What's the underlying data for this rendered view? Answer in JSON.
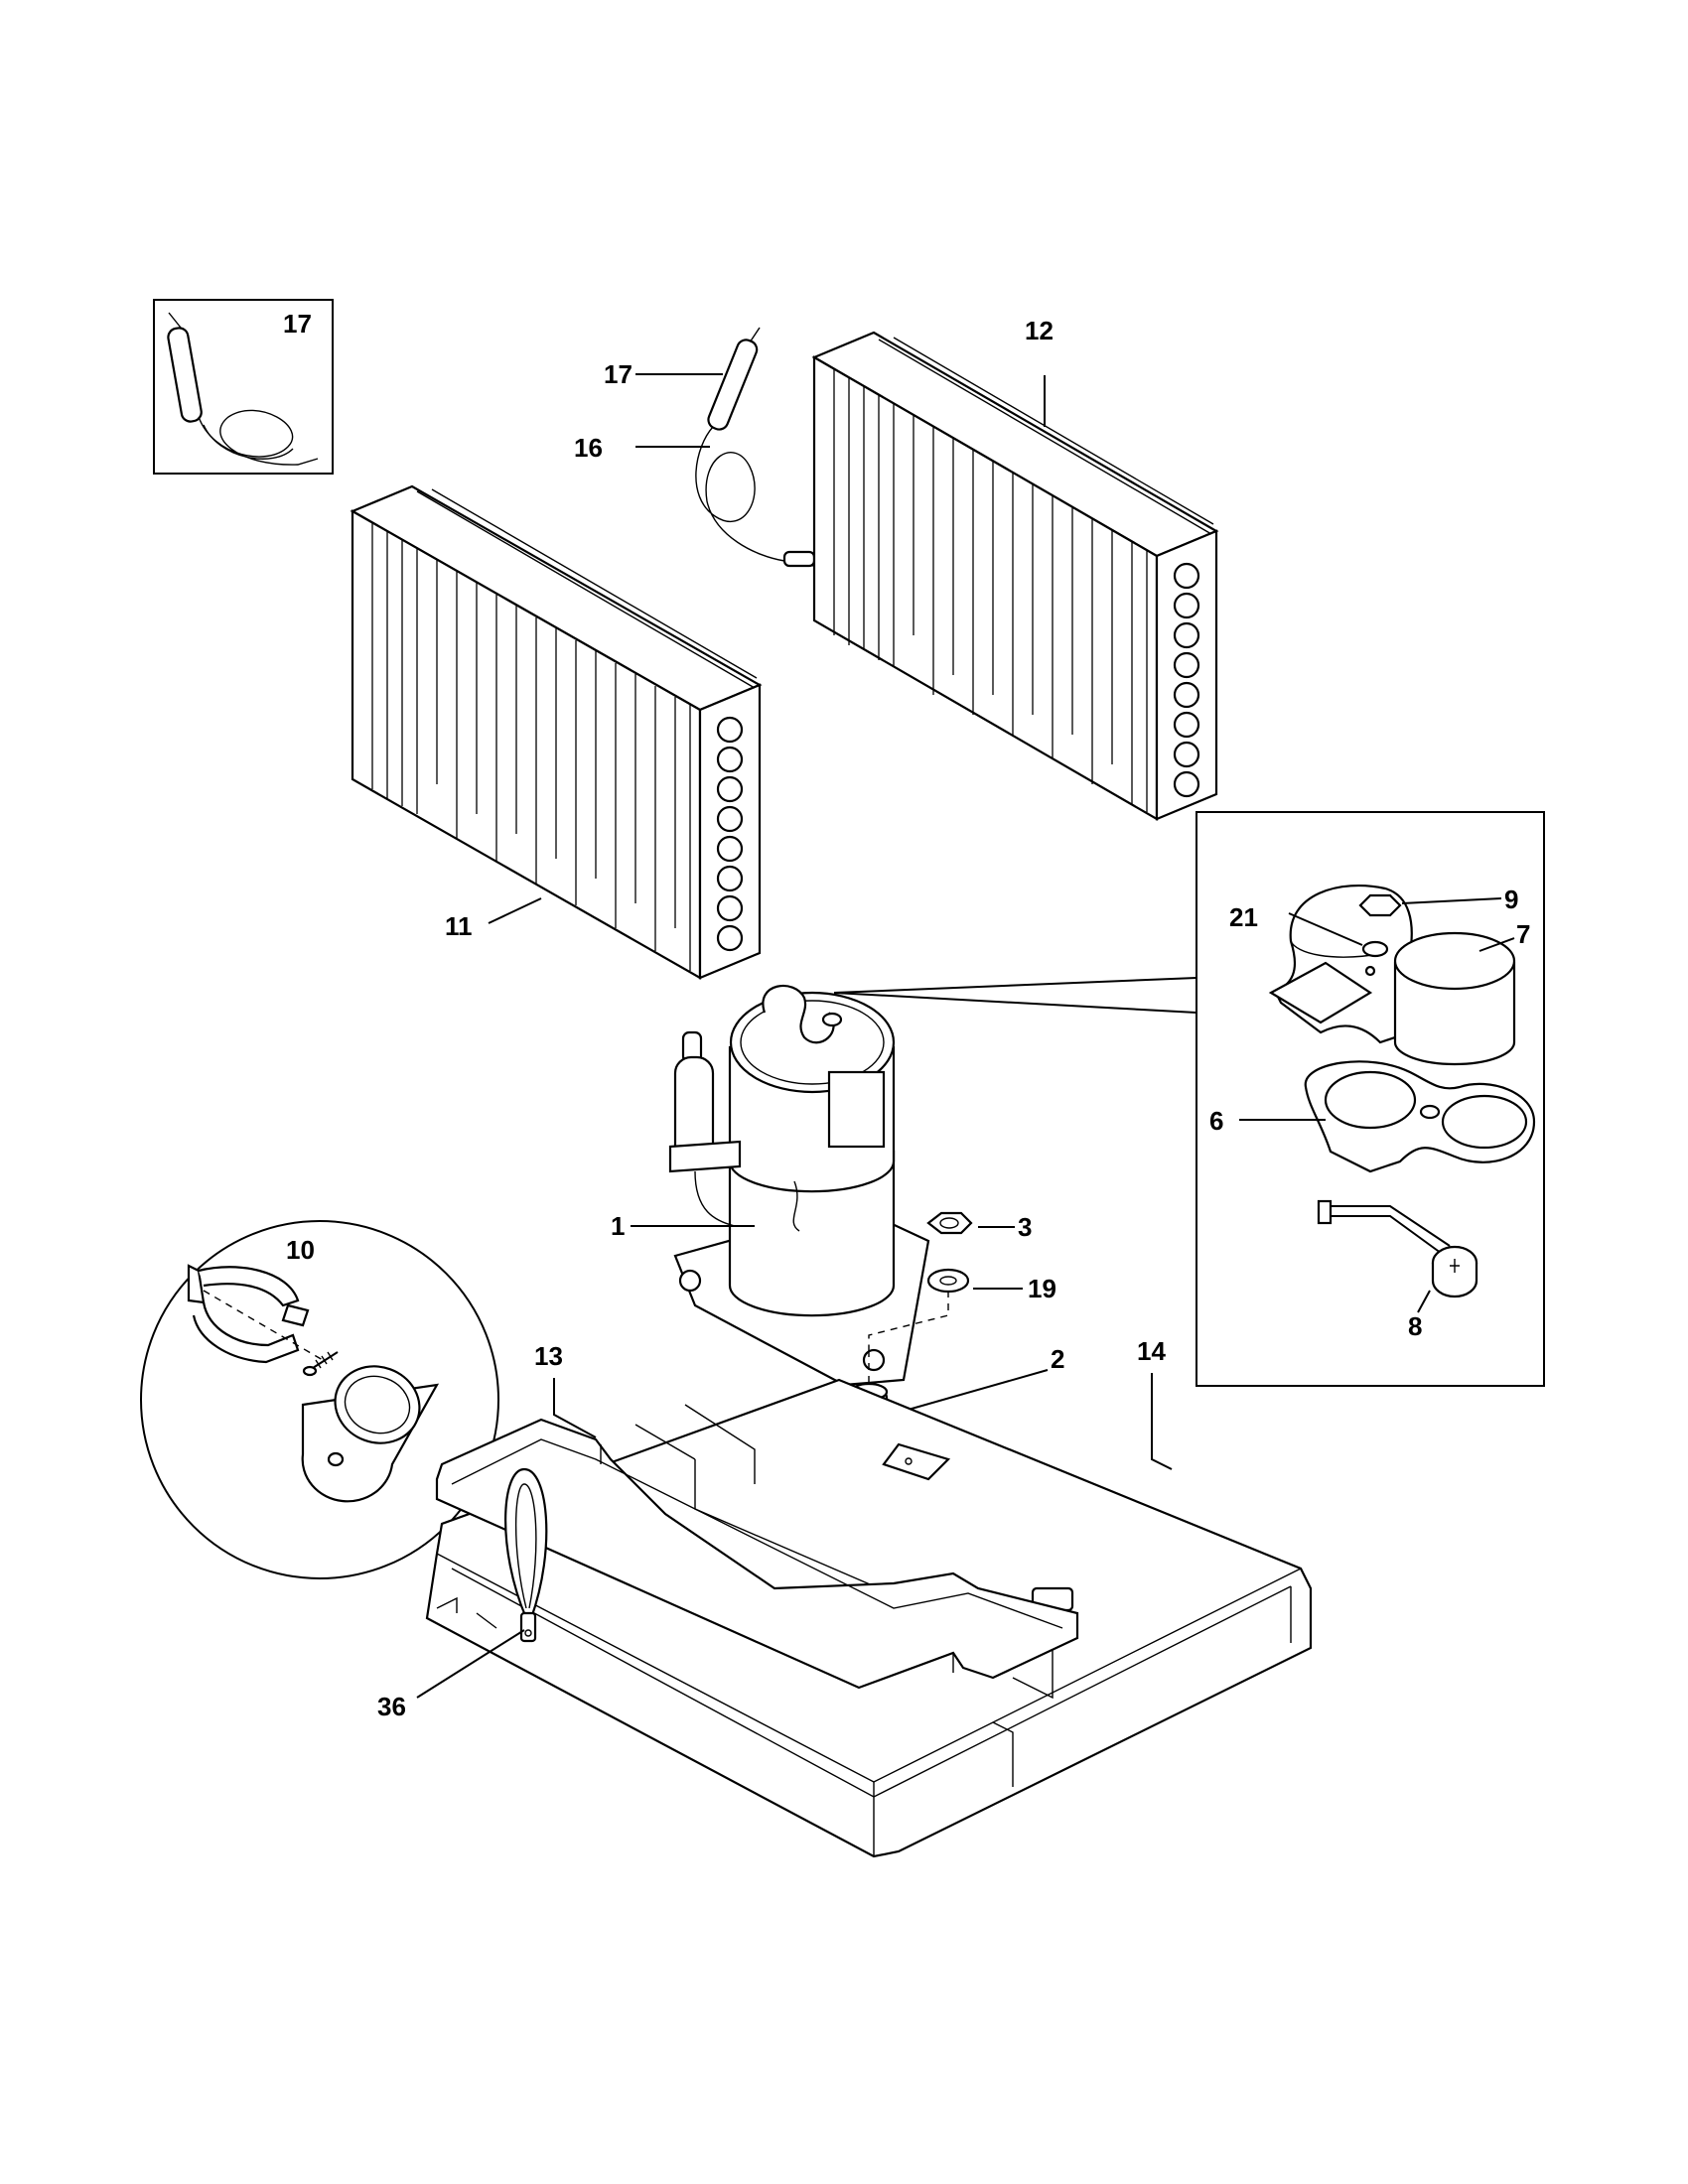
{
  "diagram": {
    "callouts": {
      "c1": "1",
      "c2": "2",
      "c3": "3",
      "c6": "6",
      "c7": "7",
      "c8": "8",
      "c9": "9",
      "c10": "10",
      "c11": "11",
      "c12": "12",
      "c13": "13",
      "c14": "14",
      "c16": "16",
      "c17_inset": "17",
      "c17": "17",
      "c19": "19",
      "c21": "21",
      "c36": "36"
    },
    "colors": {
      "line": "#000000",
      "background": "#ffffff"
    }
  }
}
